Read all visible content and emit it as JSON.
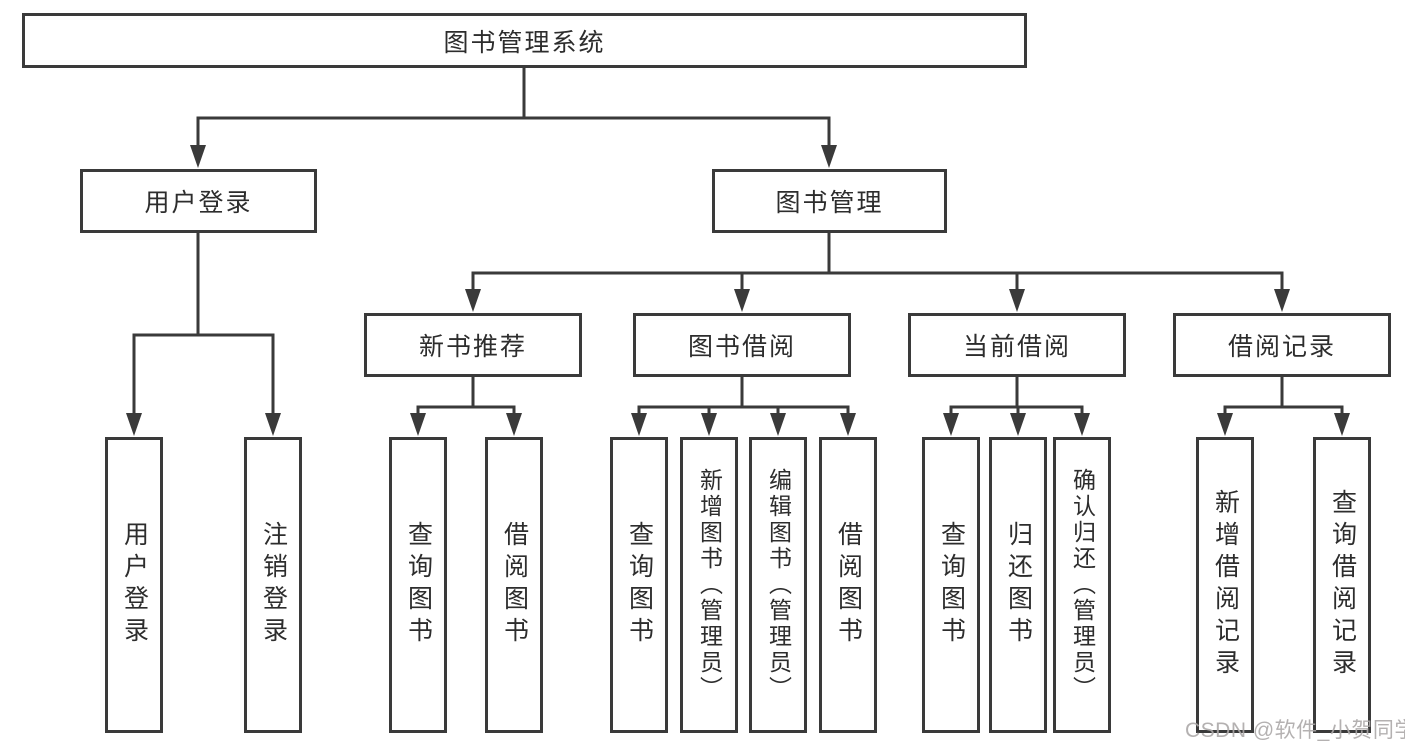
{
  "tree": {
    "root": {
      "label": "图书管理系统"
    },
    "branches": [
      {
        "label": "用户登录",
        "children": [
          {
            "label": "用户登录"
          },
          {
            "label": "注销登录"
          }
        ]
      },
      {
        "label": "图书管理",
        "sections": [
          {
            "label": "新书推荐",
            "children": [
              {
                "label": "查询图书"
              },
              {
                "label": "借阅图书"
              }
            ]
          },
          {
            "label": "图书借阅",
            "children": [
              {
                "label": "查询图书"
              },
              {
                "label": "新增图书（管理员）"
              },
              {
                "label": "编辑图书（管理员）"
              },
              {
                "label": "借阅图书"
              }
            ]
          },
          {
            "label": "当前借阅",
            "children": [
              {
                "label": "查询图书"
              },
              {
                "label": "归还图书"
              },
              {
                "label": "确认归还（管理员）"
              }
            ]
          },
          {
            "label": "借阅记录",
            "children": [
              {
                "label": "新增借阅记录"
              },
              {
                "label": "查询借阅记录"
              }
            ]
          }
        ]
      }
    ]
  },
  "watermark": {
    "text": "CSDN @软件_小贺同学"
  },
  "colors": {
    "line": "#3a3a3a",
    "text": "#2d2d2d",
    "background": "#ffffff",
    "watermark": "#aca9a9"
  }
}
